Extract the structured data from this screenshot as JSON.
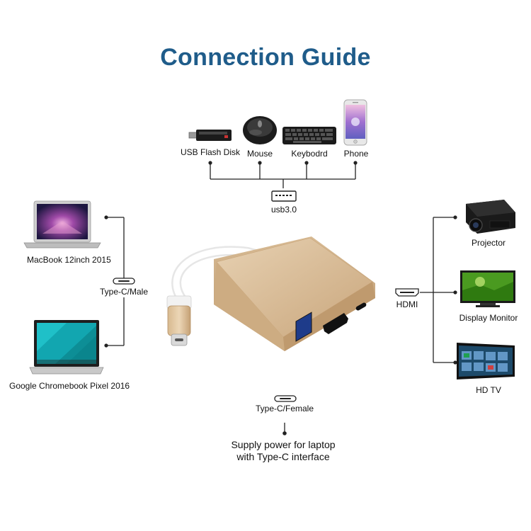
{
  "title": "Connection Guide",
  "top_devices": [
    {
      "id": "usb-flash",
      "label": "USB Flash Disk"
    },
    {
      "id": "mouse",
      "label": "Mouse"
    },
    {
      "id": "keyboard",
      "label": "Keybodrd"
    },
    {
      "id": "phone",
      "label": "Phone"
    }
  ],
  "usb_port_label": "usb3.0",
  "left_devices": [
    {
      "id": "macbook",
      "label": "MacBook 12inch 2015"
    },
    {
      "id": "chromebook",
      "label": "Google Chromebook Pixel 2016"
    }
  ],
  "type_c_male_label": "Type-C/Male",
  "hdmi_label": "HDMI",
  "right_devices": [
    {
      "id": "projector",
      "label": "Projector"
    },
    {
      "id": "display-monitor",
      "label": "Display Monitor"
    },
    {
      "id": "hd-tv",
      "label": "HD TV"
    }
  ],
  "type_c_female_label": "Type-C/Female",
  "supply_text_line1": "Supply power for laptop",
  "supply_text_line2": "with Type-C interface",
  "colors": {
    "title": "#1f5c8a",
    "adapter_body": "#dcc3a0",
    "adapter_face": "#cfb08a",
    "line": "#222222"
  }
}
